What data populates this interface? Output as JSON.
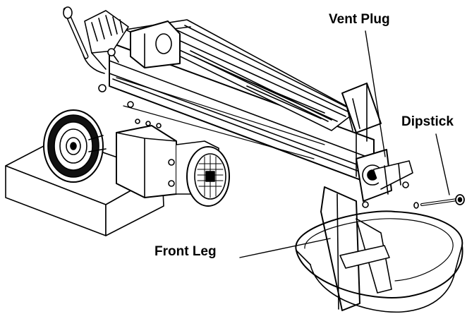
{
  "callouts": {
    "vent_plug": "Vent Plug",
    "dipstick": "Dipstick",
    "front_leg": "Front Leg"
  },
  "colors": {
    "ink": "#000000",
    "paper": "#ffffff",
    "shade": "#dcdcdc"
  }
}
